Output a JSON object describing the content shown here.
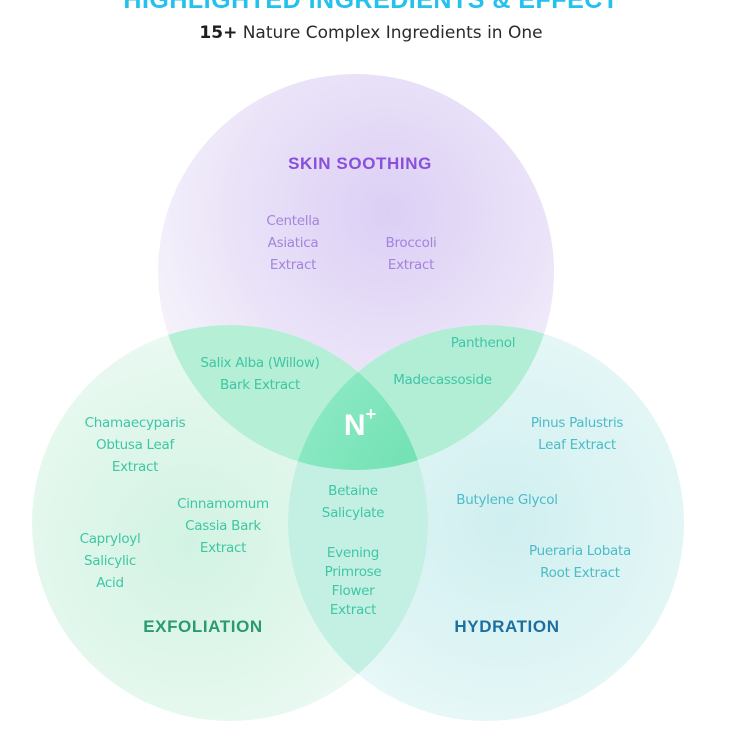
{
  "header": {
    "title": "HIGHLIGHTED INGREDIENTS & EFFECT",
    "subtitle_number": "15+",
    "subtitle_text": " Nature Complex Ingredients in One"
  },
  "center": {
    "mark": "N",
    "sup": "+"
  },
  "colors": {
    "skin_soothing": "#8a4fdb",
    "exfoliation": "#2a9b6e",
    "hydration": "#1d6f9f",
    "overlap_green": "#6fe3b3"
  },
  "groups": {
    "skin_soothing": {
      "label": "SKIN SOOTHING",
      "ingredients": [
        {
          "lines": [
            "Centella",
            "Asiatica",
            "Extract"
          ]
        },
        {
          "lines": [
            "Broccoli",
            "Extract"
          ]
        }
      ]
    },
    "exfoliation": {
      "label": "EXFOLIATION",
      "ingredients": [
        {
          "lines": [
            "Chamaecyparis",
            "Obtusa Leaf",
            "Extract"
          ]
        },
        {
          "lines": [
            "Cinnamomum",
            "Cassia Bark",
            "Extract"
          ]
        },
        {
          "lines": [
            "Capryloyl",
            "Salicylic",
            "Acid"
          ]
        }
      ]
    },
    "hydration": {
      "label": "HYDRATION",
      "ingredients": [
        {
          "lines": [
            "Pinus Palustris",
            "Leaf Extract"
          ]
        },
        {
          "lines": [
            "Butylene Glycol"
          ]
        },
        {
          "lines": [
            "Pueraria Lobata",
            "Root Extract"
          ]
        }
      ]
    }
  },
  "overlaps": {
    "soothing_exfoliation": {
      "lines": [
        "Salix Alba (Willow)",
        "Bark Extract"
      ]
    },
    "soothing_hydration": [
      {
        "lines": [
          "Panthenol"
        ]
      },
      {
        "lines": [
          "Madecassoside"
        ]
      }
    ],
    "exfoliation_hydration": [
      {
        "lines": [
          "Betaine",
          "Salicylate"
        ]
      },
      {
        "lines": [
          "Evening",
          "Primrose",
          "Flower",
          "Extract"
        ]
      }
    ]
  }
}
